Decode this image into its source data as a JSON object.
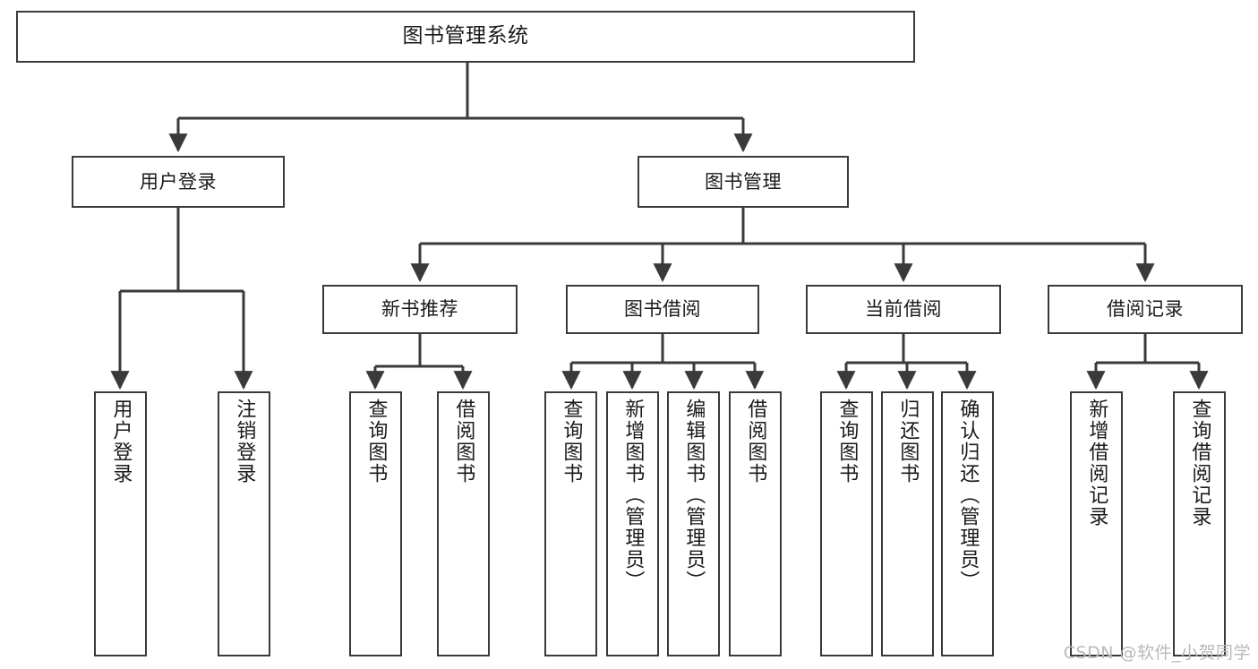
{
  "diagram": {
    "title": "图书管理系统",
    "type": "tree-hierarchy",
    "watermark": "CSDN @软件_小贺同学",
    "root": {
      "label": "图书管理系统"
    },
    "level2": [
      {
        "label": "用户登录"
      },
      {
        "label": "图书管理"
      }
    ],
    "level3": [
      {
        "label": "新书推荐"
      },
      {
        "label": "图书借阅"
      },
      {
        "label": "当前借阅"
      },
      {
        "label": "借阅记录"
      }
    ],
    "leaves": {
      "user_login": [
        {
          "label": "用户登录"
        },
        {
          "label": "注销登录"
        }
      ],
      "new_book": [
        {
          "label": "查询图书"
        },
        {
          "label": "借阅图书"
        }
      ],
      "book_borrow": [
        {
          "label": "查询图书"
        },
        {
          "label": "新增图书（管理员）"
        },
        {
          "label": "编辑图书（管理员）"
        },
        {
          "label": "借阅图书"
        }
      ],
      "current_borrow": [
        {
          "label": "查询图书"
        },
        {
          "label": "归还图书"
        },
        {
          "label": "确认归还（管理员）"
        }
      ],
      "borrow_record": [
        {
          "label": "新增借阅记录"
        },
        {
          "label": "查询借阅记录"
        }
      ]
    },
    "colors": {
      "stroke": "#3a3a3a",
      "fill": "#ffffff",
      "text": "#1a1a1a",
      "watermark": "#b9b9b9"
    }
  }
}
